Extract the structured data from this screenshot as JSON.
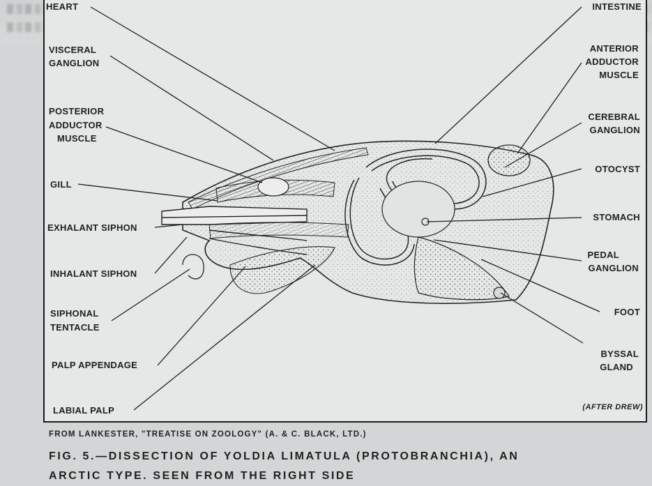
{
  "bleed_text": {
    "top_line_1": "purpose, and to attack the arm implicated to the",
    "top_line_2": "marked specialization of this class. This specialisation is supposed"
  },
  "labels": {
    "heart": "HEART",
    "visceral_ganglion_1": "VISCERAL",
    "visceral_ganglion_2": "GANGLION",
    "posterior_adductor_1": "POSTERIOR",
    "posterior_adductor_2": "ADDUCTOR",
    "posterior_adductor_3": "MUSCLE",
    "gill": "GILL",
    "exhalant_siphon": "EXHALANT SIPHON",
    "inhalant_siphon": "INHALANT SIPHON",
    "siphonal_tentacle_1": "SIPHONAL",
    "siphonal_tentacle_2": "TENTACLE",
    "palp_appendage": "PALP APPENDAGE",
    "labial_palp": "LABIAL PALP",
    "intestine": "INTESTINE",
    "anterior_adductor_1": "ANTERIOR",
    "anterior_adductor_2": "ADDUCTOR",
    "anterior_adductor_3": "MUSCLE",
    "cerebral_ganglion_1": "CEREBRAL",
    "cerebral_ganglion_2": "GANGLION",
    "otocyst": "OTOCYST",
    "stomach": "STOMACH",
    "pedal_ganglion_1": "PEDAL",
    "pedal_ganglion_2": "GANGLION",
    "foot": "FOOT",
    "byssal_gland_1": "BYSSAL",
    "byssal_gland_2": "GLAND"
  },
  "credit": "(AFTER DREW)",
  "source": "FROM LANKESTER, \"TREATISE ON ZOOLOGY\" (A. & C. BLACK, LTD.)",
  "caption": {
    "line_1": "FIG. 5.—DISSECTION OF YOLDIA LIMATULA (PROTOBRANCHIA), AN",
    "line_2": "ARCTIC TYPE. SEEN FROM THE RIGHT SIDE"
  },
  "colors": {
    "ink": "#1e1e1e",
    "paper": "#e6e8e8",
    "page": "#d3d6d6"
  }
}
